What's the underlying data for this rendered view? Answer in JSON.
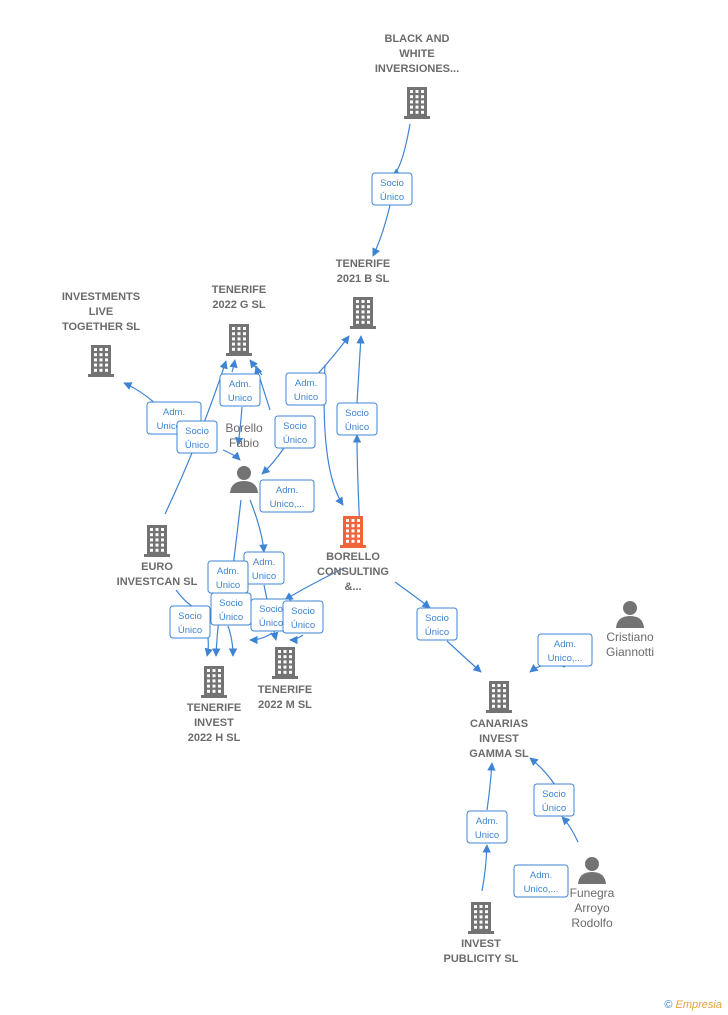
{
  "companies": [
    {
      "id": "bw",
      "lines": [
        "BLACK AND",
        "WHITE",
        "INVERSIONES..."
      ]
    },
    {
      "id": "t21b",
      "lines": [
        "TENERIFE",
        "2021 B  SL"
      ]
    },
    {
      "id": "t22g",
      "lines": [
        "TENERIFE",
        "2022 G  SL"
      ]
    },
    {
      "id": "ilt",
      "lines": [
        "INVESTMENTS",
        "LIVE",
        "TOGETHER  SL"
      ]
    },
    {
      "id": "borello",
      "lines": [
        "BORELLO",
        "CONSULTING",
        "&..."
      ],
      "focus": true
    },
    {
      "id": "euro",
      "lines": [
        "EURO",
        "INVESTCAN  SL"
      ]
    },
    {
      "id": "t22h",
      "lines": [
        "TENERIFE",
        "INVEST",
        "2022 H  SL"
      ]
    },
    {
      "id": "t22m",
      "lines": [
        "TENERIFE",
        "2022 M  SL"
      ]
    },
    {
      "id": "cig",
      "lines": [
        "CANARIAS",
        "INVEST",
        "GAMMA  SL"
      ]
    },
    {
      "id": "ipub",
      "lines": [
        "INVEST",
        "PUBLICITY  SL"
      ]
    }
  ],
  "persons": [
    {
      "id": "fabio",
      "lines": [
        "Borello",
        "Fabio"
      ]
    },
    {
      "id": "cristiano",
      "lines": [
        "Cristiano",
        "Giannotti"
      ]
    },
    {
      "id": "funegra",
      "lines": [
        "Funegra",
        "Arroyo",
        "Rodolfo"
      ]
    }
  ],
  "relations": [
    {
      "id": "r1",
      "lines": [
        "Socio",
        "Único"
      ]
    },
    {
      "id": "r2",
      "lines": [
        "Adm.",
        "Unico"
      ]
    },
    {
      "id": "r3",
      "lines": [
        "Socio",
        "Único"
      ]
    },
    {
      "id": "r4",
      "lines": [
        "Adm.",
        "Unico"
      ]
    },
    {
      "id": "r5",
      "lines": [
        "Adm.",
        "Unico,..."
      ]
    },
    {
      "id": "r6",
      "lines": [
        "Socio",
        "Único"
      ]
    },
    {
      "id": "r7",
      "lines": [
        "Socio",
        "Único"
      ]
    },
    {
      "id": "r8",
      "lines": [
        "Adm.",
        "Unico,..."
      ]
    },
    {
      "id": "r9",
      "lines": [
        "Adm.",
        "Unico"
      ]
    },
    {
      "id": "r10",
      "lines": [
        "Adm.",
        "Unico"
      ]
    },
    {
      "id": "r11",
      "lines": [
        "Socio",
        "Único"
      ]
    },
    {
      "id": "r12",
      "lines": [
        "Socio",
        "Único"
      ]
    },
    {
      "id": "r13",
      "lines": [
        "Socio",
        "Único"
      ]
    },
    {
      "id": "r14",
      "lines": [
        "Socio",
        "Único"
      ]
    },
    {
      "id": "r15",
      "lines": [
        "Socio",
        "Único"
      ]
    },
    {
      "id": "r16",
      "lines": [
        "Adm.",
        "Unico,..."
      ]
    },
    {
      "id": "r17",
      "lines": [
        "Socio",
        "Único"
      ]
    },
    {
      "id": "r18",
      "lines": [
        "Adm.",
        "Unico"
      ]
    },
    {
      "id": "r19",
      "lines": [
        "Adm.",
        "Unico,..."
      ]
    }
  ],
  "colors": {
    "edge": "#3f84d4",
    "company": "#737373",
    "focus": "#f0643a",
    "person": "#737373"
  },
  "footer": {
    "copyright": "©",
    "brand": "Empresia"
  }
}
